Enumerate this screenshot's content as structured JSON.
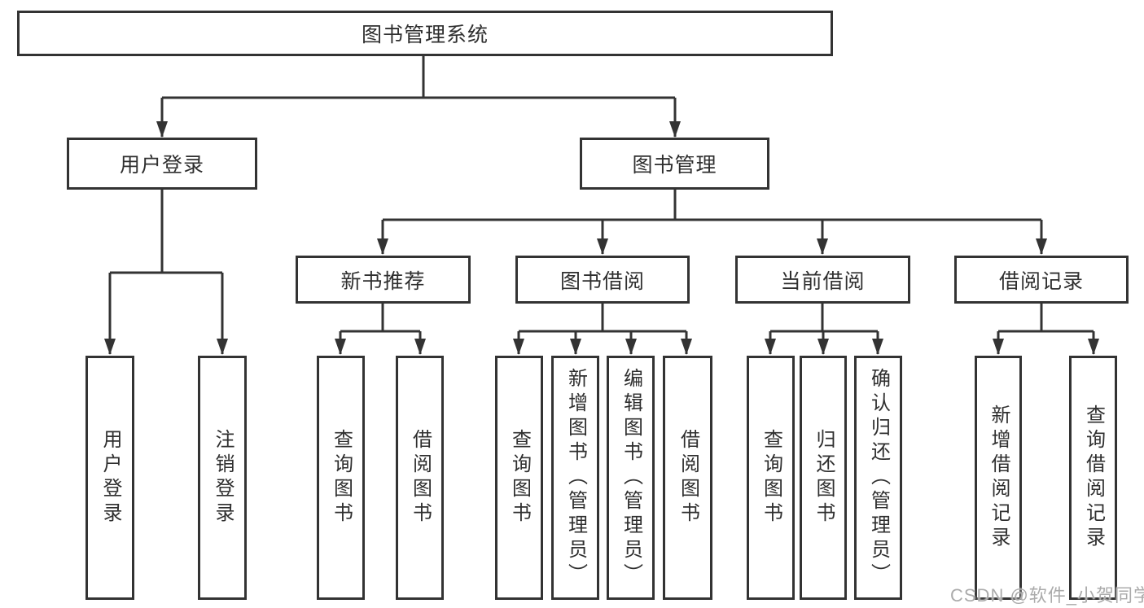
{
  "diagram": {
    "root": {
      "label": "图书管理系统"
    },
    "user_login": {
      "label": "用户登录",
      "children": [
        {
          "label": "用户登录"
        },
        {
          "label": "注销登录"
        }
      ]
    },
    "book_mgmt": {
      "label": "图书管理",
      "sections": {
        "new_books": {
          "label": "新书推荐",
          "children": [
            {
              "label": "查询图书"
            },
            {
              "label": "借阅图书"
            }
          ]
        },
        "borrowing": {
          "label": "图书借阅",
          "children": [
            {
              "label": "查询图书"
            },
            {
              "label": "新增图书（管理员）"
            },
            {
              "label": "编辑图书（管理员）"
            },
            {
              "label": "借阅图书"
            }
          ]
        },
        "current": {
          "label": "当前借阅",
          "children": [
            {
              "label": "查询图书"
            },
            {
              "label": "归还图书"
            },
            {
              "label": "确认归还（管理员）"
            }
          ]
        },
        "records": {
          "label": "借阅记录",
          "children": [
            {
              "label": "新增借阅记录"
            },
            {
              "label": "查询借阅记录"
            }
          ]
        }
      }
    }
  },
  "watermark": {
    "text": "CSDN @软件_小贺同学"
  },
  "colors": {
    "line": "#333333",
    "text": "#2f2f2f",
    "watermark": "#ababab",
    "background": "#ffffff"
  }
}
